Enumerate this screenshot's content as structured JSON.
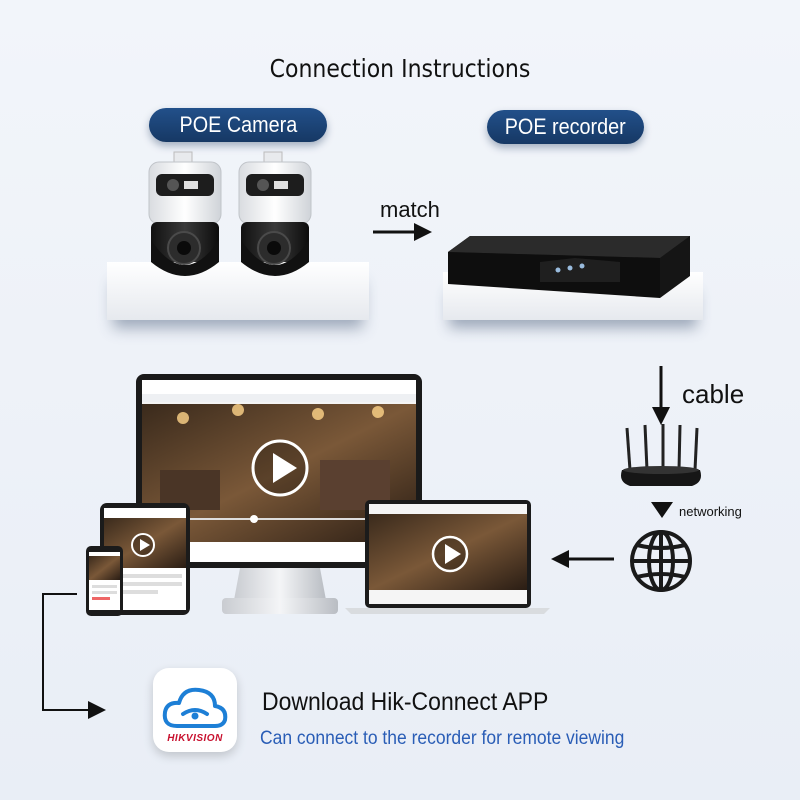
{
  "title": "Connection Instructions",
  "labels": {
    "camera": "POE Camera",
    "recorder": "POE recorder",
    "match": "match",
    "cable": "cable",
    "networking": "networking"
  },
  "app": {
    "title": "Download Hik-Connect APP",
    "subtitle": "Can connect to the recorder for remote viewing",
    "icon_brand": "HIKVISION"
  },
  "icons": [
    "poe-camera-icon",
    "nvr-icon",
    "router-icon",
    "globe-icon",
    "monitor-icon",
    "laptop-icon",
    "tablet-icon",
    "phone-icon",
    "cloud-app-icon"
  ],
  "colors": {
    "pill": "#1c4579",
    "subtitle": "#2a5db6",
    "brand": "#c8102e"
  }
}
